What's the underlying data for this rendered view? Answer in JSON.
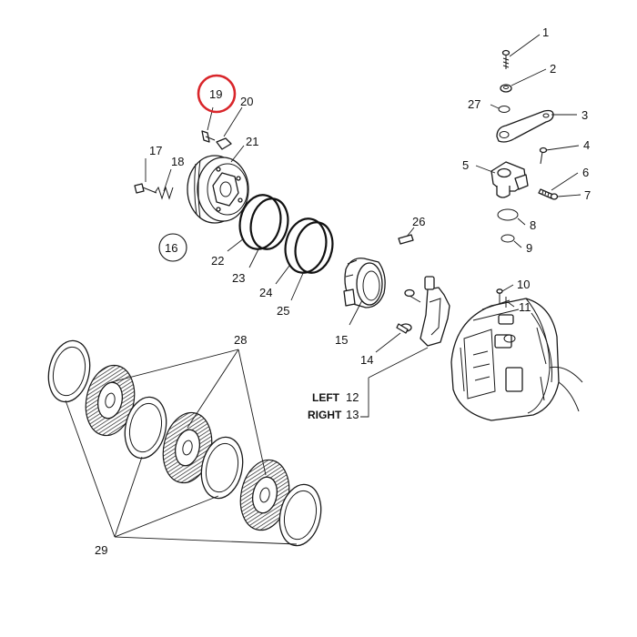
{
  "diagram": {
    "highlight_color": "#d9262b",
    "line_color": "#1a1a1a",
    "callouts": {
      "p1": "1",
      "p2": "2",
      "p3": "3",
      "p4": "4",
      "p5": "5",
      "p6": "6",
      "p7": "7",
      "p8": "8",
      "p9": "9",
      "p10": "10",
      "p11": "11",
      "p12": "12",
      "p13": "13",
      "p14": "14",
      "p15": "15",
      "p16": "16",
      "p17": "17",
      "p18": "18",
      "p19": "19",
      "p20": "20",
      "p21": "21",
      "p22": "22",
      "p23": "23",
      "p24": "24",
      "p25": "25",
      "p26": "26",
      "p27": "27",
      "p28": "28",
      "p29": "29"
    },
    "side_labels": {
      "left": "LEFT",
      "right": "RIGHT"
    },
    "highlighted_callout": "19"
  }
}
